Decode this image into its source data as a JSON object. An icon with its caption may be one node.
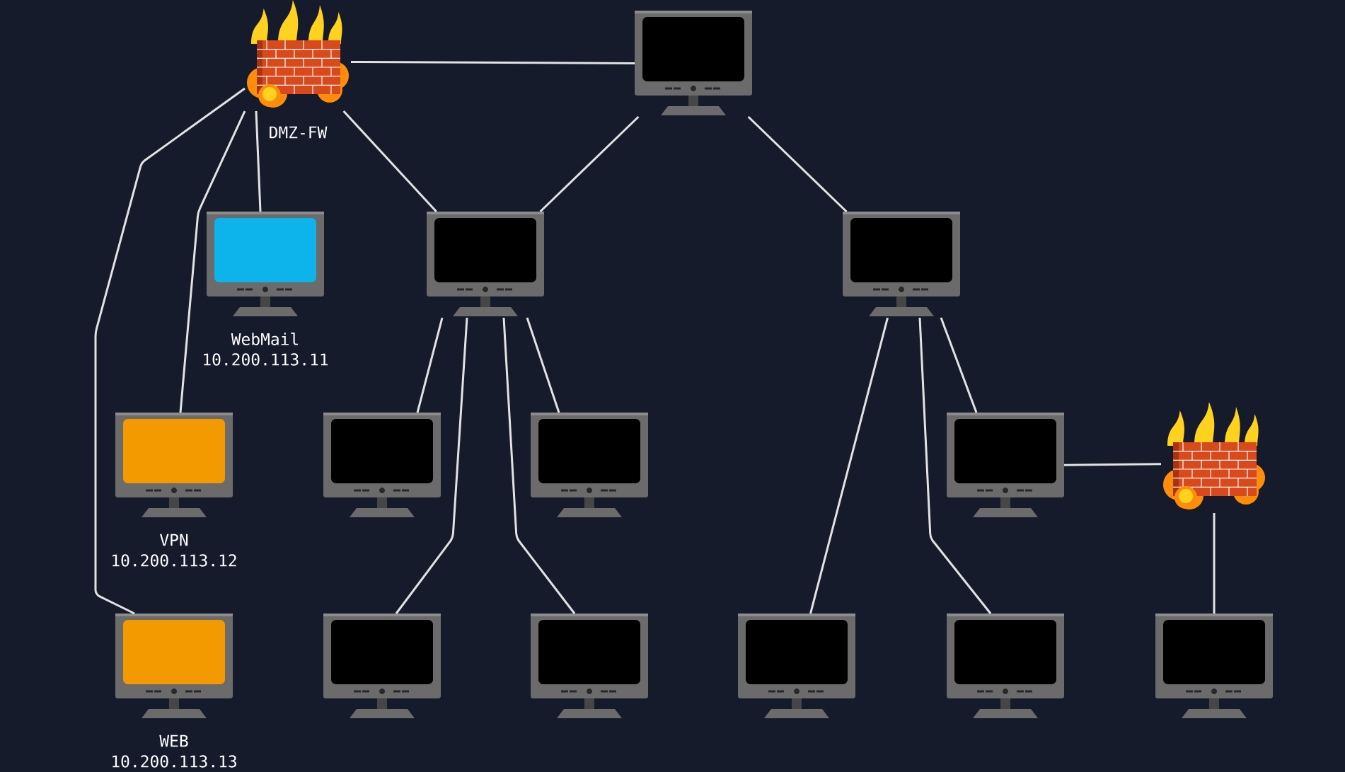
{
  "diagram": {
    "nodes": [
      {
        "text": [
          "DMZ-FW"
        ]
      },
      {
        "text": [],
        "shape": "picture"
      },
      {
        "text": [
          "WebMail",
          "10.200.113.11"
        ]
      },
      {
        "text": [],
        "shape": "picture"
      },
      {
        "text": [],
        "shape": "picture"
      },
      {
        "text": [
          "VPN",
          "10.200.113.12"
        ]
      },
      {
        "text": [],
        "shape": "picture"
      },
      {
        "text": [],
        "shape": "picture"
      },
      {
        "text": [],
        "shape": "picture"
      },
      {
        "text": [],
        "shape": "picture"
      },
      {
        "text": [
          "WEB",
          "10.200.113.13"
        ]
      },
      {
        "text": [],
        "shape": "picture"
      },
      {
        "text": [],
        "shape": "picture"
      },
      {
        "text": [],
        "shape": "picture"
      },
      {
        "text": [],
        "shape": "picture"
      },
      {
        "text": [],
        "shape": "picture"
      }
    ],
    "edges": [
      {
        "from": 0,
        "to": 1,
        "arrow": "none"
      },
      {
        "from": 0,
        "to": 3,
        "arrow": "none"
      },
      {
        "from": 0,
        "to": 2,
        "arrow": "none"
      },
      {
        "from": 0,
        "to": 5,
        "arrow": "none"
      },
      {
        "from": 0,
        "to": 10,
        "arrow": "none"
      },
      {
        "from": 1,
        "to": 3,
        "arrow": "none"
      },
      {
        "from": 1,
        "to": 4,
        "arrow": "none"
      },
      {
        "from": 3,
        "to": 6,
        "arrow": "none"
      },
      {
        "from": 3,
        "to": 11,
        "arrow": "none"
      },
      {
        "from": 3,
        "to": 7,
        "arrow": "none"
      },
      {
        "from": 3,
        "to": 12,
        "arrow": "none"
      },
      {
        "from": 4,
        "to": 13,
        "arrow": "none"
      },
      {
        "from": 4,
        "to": 14,
        "arrow": "none"
      },
      {
        "from": 4,
        "to": 8,
        "arrow": "none"
      },
      {
        "from": 8,
        "to": 9,
        "arrow": "none"
      },
      {
        "from": 9,
        "to": 15,
        "arrow": "none"
      }
    ]
  }
}
